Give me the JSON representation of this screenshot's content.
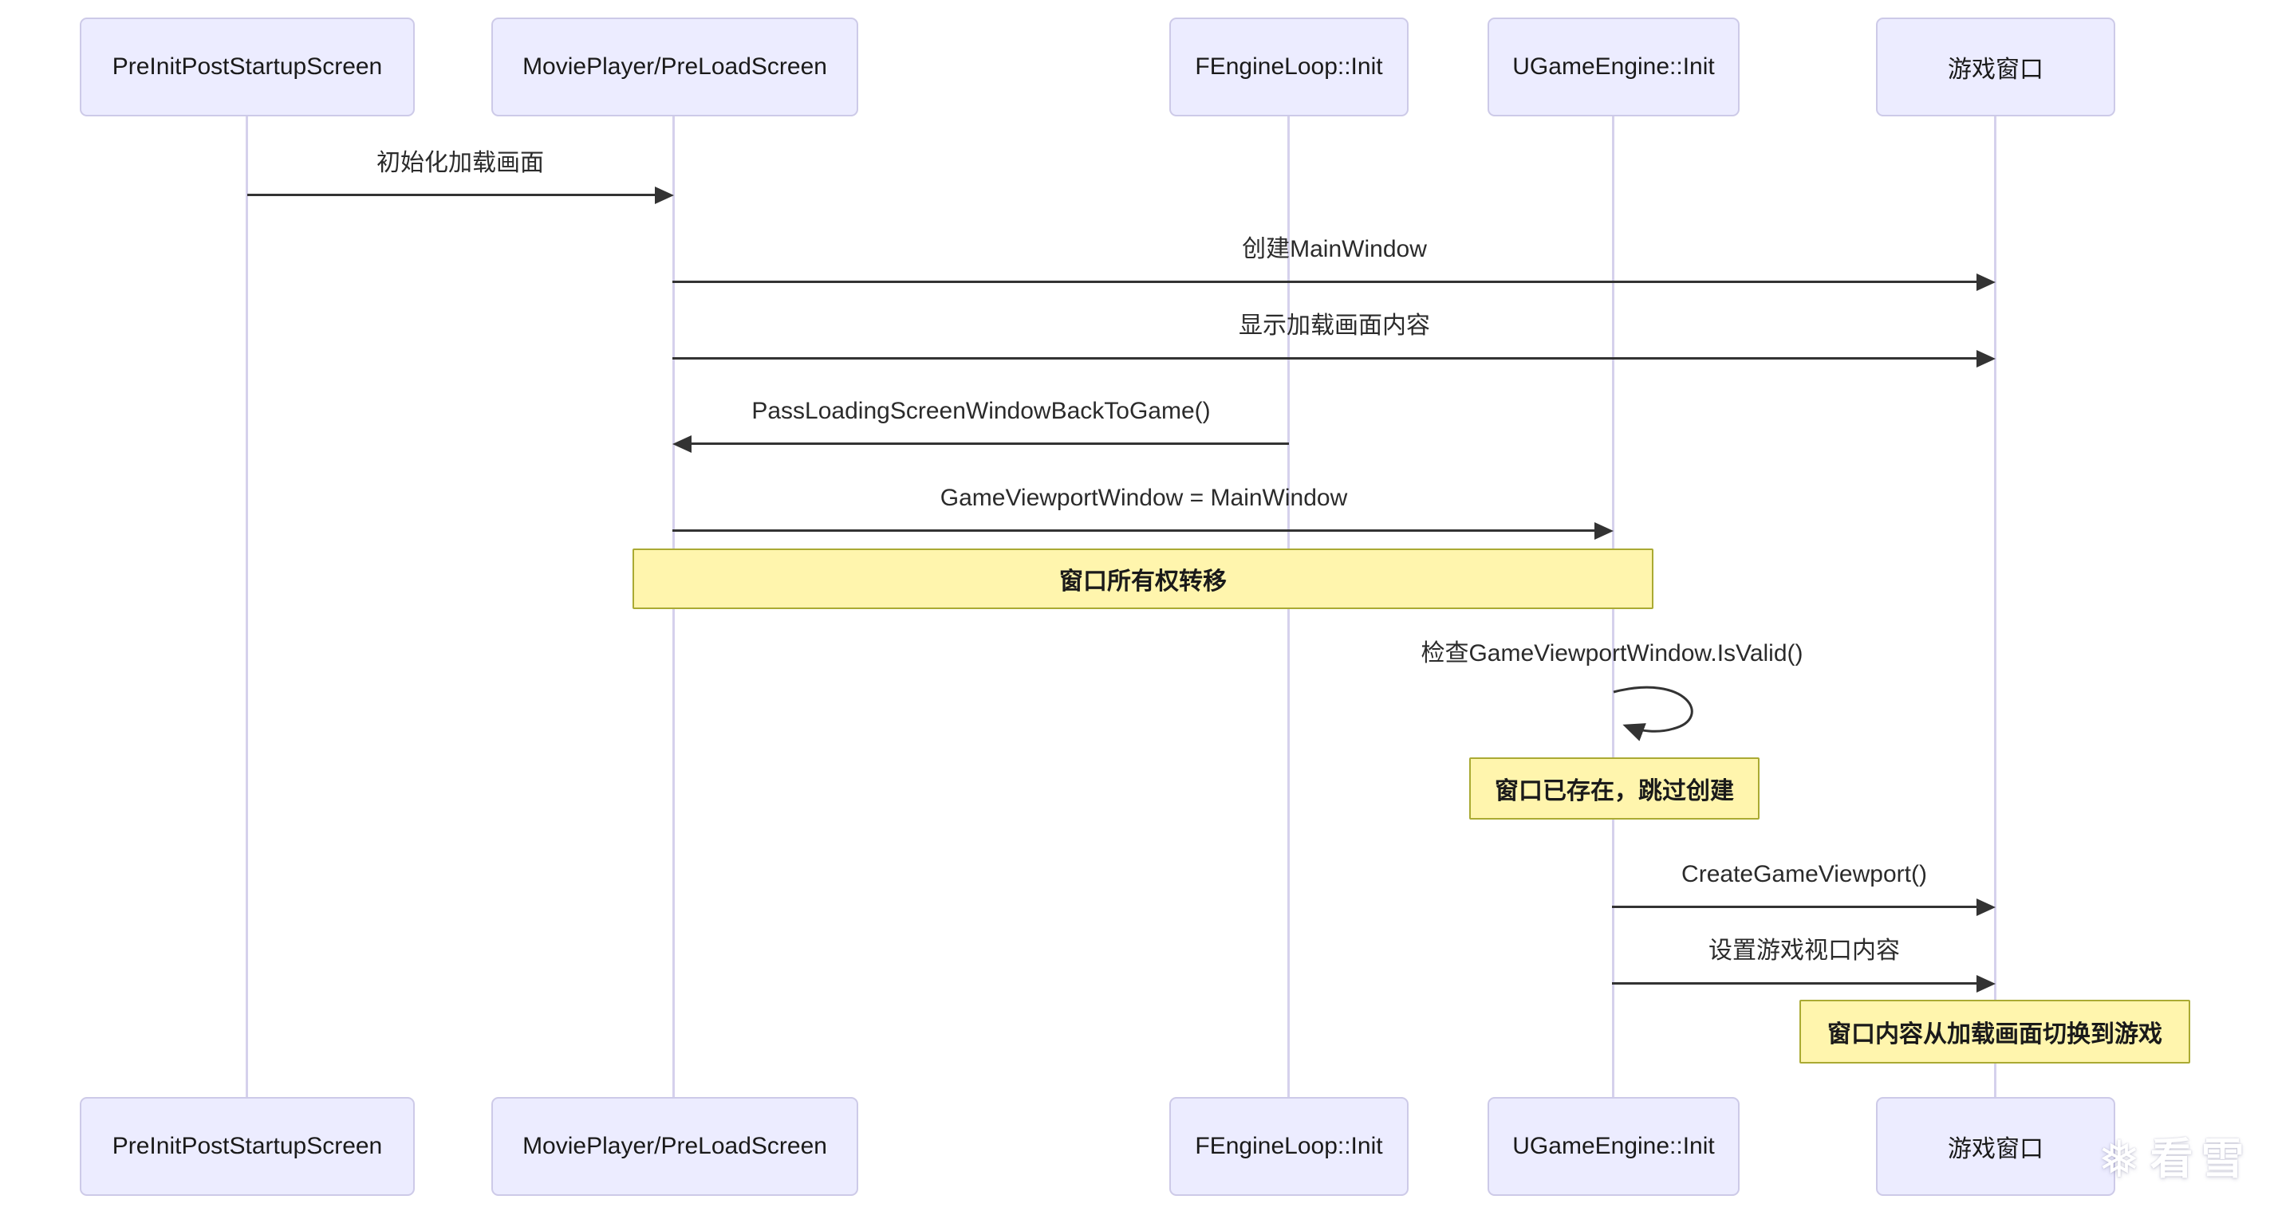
{
  "diagram": {
    "type": "sequence",
    "participants": [
      {
        "label": "PreInitPostStartupScreen"
      },
      {
        "label": "MoviePlayer/PreLoadScreen"
      },
      {
        "label": "FEngineLoop::Init"
      },
      {
        "label": "UGameEngine::Init"
      },
      {
        "label": "游戏窗口"
      }
    ],
    "messages": [
      {
        "from": "PreInitPostStartupScreen",
        "to": "MoviePlayer/PreLoadScreen",
        "label": "初始化加载画面",
        "arrow": "solid-right"
      },
      {
        "from": "MoviePlayer/PreLoadScreen",
        "to": "游戏窗口",
        "label": "创建MainWindow",
        "arrow": "solid-right"
      },
      {
        "from": "MoviePlayer/PreLoadScreen",
        "to": "游戏窗口",
        "label": "显示加载画面内容",
        "arrow": "solid-right"
      },
      {
        "from": "FEngineLoop::Init",
        "to": "MoviePlayer/PreLoadScreen",
        "label": "PassLoadingScreenWindowBackToGame()",
        "arrow": "solid-left"
      },
      {
        "from": "MoviePlayer/PreLoadScreen",
        "to": "UGameEngine::Init",
        "label": "GameViewportWindow = MainWindow",
        "arrow": "solid-right"
      },
      {
        "from": "UGameEngine::Init",
        "to": "UGameEngine::Init",
        "label": "检查GameViewportWindow.IsValid()",
        "arrow": "self-loop"
      },
      {
        "from": "UGameEngine::Init",
        "to": "游戏窗口",
        "label": "CreateGameViewport()",
        "arrow": "solid-right"
      },
      {
        "from": "UGameEngine::Init",
        "to": "游戏窗口",
        "label": "设置游戏视口内容",
        "arrow": "solid-right"
      }
    ],
    "notes": [
      {
        "label": "窗口所有权转移",
        "over": [
          "MoviePlayer/PreLoadScreen",
          "UGameEngine::Init"
        ]
      },
      {
        "label": "窗口已存在，跳过创建",
        "over": [
          "UGameEngine::Init"
        ]
      },
      {
        "label": "窗口内容从加载画面切换到游戏",
        "over": [
          "游戏窗口"
        ]
      }
    ],
    "colors": {
      "actor_fill": "#ECECFF",
      "actor_border": "#CDCAE8",
      "lifeline": "#D5D1EC",
      "arrow": "#333333",
      "note_fill": "#FFF5AD",
      "note_border": "#AAAA33",
      "text": "#1A1A1A"
    }
  },
  "watermark": {
    "icon": "snowflake-icon",
    "icon_glyph": "❅",
    "text": "看雪"
  }
}
